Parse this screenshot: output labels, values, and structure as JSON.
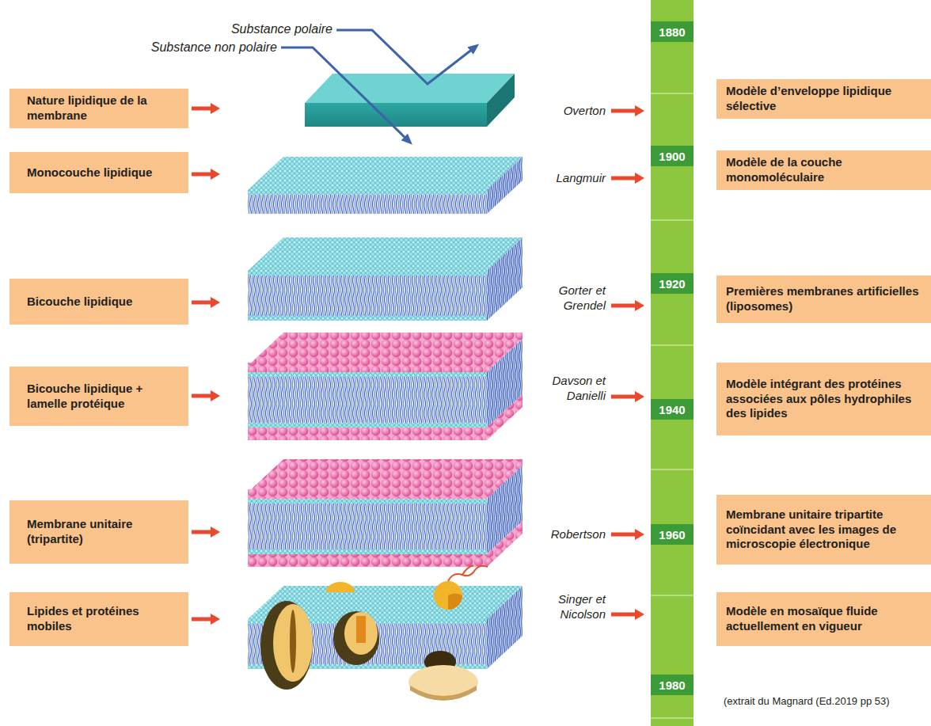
{
  "diagram": {
    "nodes": [
      {
        "text": [
          "Nature lipidique de la membrane"
        ]
      },
      {
        "text": [
          "Monocouche lipidique"
        ]
      },
      {
        "text": [
          "Bicouche lipidique"
        ]
      },
      {
        "text": [
          "Bicouche lipidique + lamelle protéique"
        ]
      },
      {
        "text": [
          "Membrane unitaire (tripartite)"
        ]
      },
      {
        "text": [
          "Lipides et protéines mobiles"
        ]
      },
      {
        "text": [
          "1880"
        ]
      },
      {
        "text": [
          "1900"
        ]
      },
      {
        "text": [
          "1920"
        ]
      },
      {
        "text": [
          "1940"
        ]
      },
      {
        "text": [
          "1960"
        ]
      },
      {
        "text": [
          "1980"
        ]
      },
      {
        "text": [
          "Modèle d’enveloppe lipidique sélective"
        ]
      },
      {
        "text": [
          "Modèle de la couche monomoléculaire"
        ]
      },
      {
        "text": [
          "Premières membranes artificielles (liposomes)"
        ]
      },
      {
        "text": [
          "Modèle intégrant des protéines associées aux pôles hydrophiles des lipides"
        ]
      },
      {
        "text": [
          "Membrane unitaire tripartite coïncidant avec les images de microscopie électronique"
        ]
      },
      {
        "text": [
          "Modèle en mosaïque fluide actuellement en vigueur"
        ]
      }
    ],
    "labels": [
      "Substance polaire",
      "Substance non polaire",
      "Overton",
      "Langmuir",
      "Gorter et Grendel",
      "Davson et Danielli",
      "Robertson",
      "Singer et Nicolson",
      "(extrait du Magnard (Ed.2019 pp 53)"
    ]
  }
}
